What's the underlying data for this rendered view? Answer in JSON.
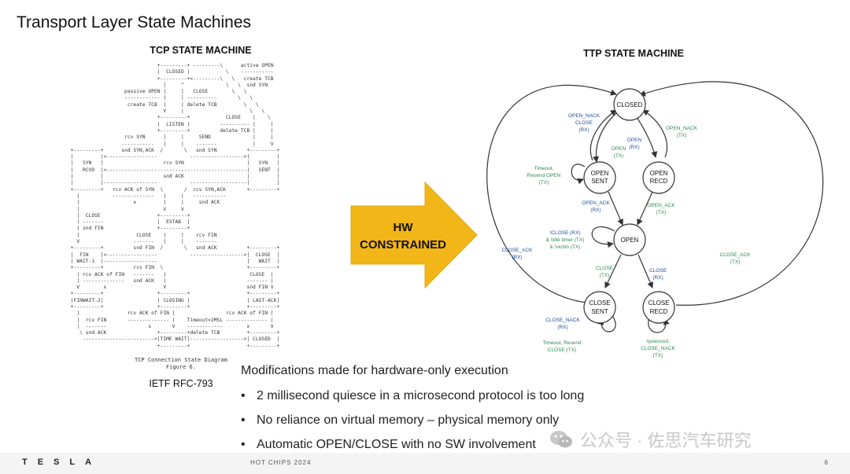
{
  "slide": {
    "title": "Transport Layer State Machines",
    "left_title": "TCP STATE MACHINE",
    "right_title": "TTP STATE MACHINE",
    "arrow_label_1": "HW",
    "arrow_label_2": "CONSTRAINED",
    "rfc_label": "IETF RFC-793",
    "rfc_ascii": "                              +---------+ ---------\\      active OPEN\n                              |  CLOSED |            \\    -----------\n                              +---------+<---------\\   \\   create TCB\n                                |     ^              \\   \\  snd SYN\n                   passive OPEN |     |   CLOSE        \\   \\\n                   ------------ |     | ----------       \\   \\\n                    create TCB  |     | delete TCB         \\   \\\n                                V     |                      \\   \\\n                              +---------+            CLOSE    |    \\\n                              |  LISTEN |          ---------- |     |\n                              +---------+          delete TCB |     |\n                   rcv SYN      |     |     SEND              |     |\n                  -----------   |     |    -------            |     V\n +---------+      snd SYN,ACK  /       \\   snd SYN          +---------+\n |         |<-----------------           ------------------>|         |\n |   SYN   |                    rcv SYN                     |   SYN   |\n |   RCVD  |<-----------------------------------------------|   SENT  |\n |         |                    snd ACK                     |         |\n |         |------------------           -------------------|         |\n +---------+   rcv ACK of SYN  \\       /  rcv SYN,ACK       +---------+\n   |           --------------   |     |   -----------\n   |                  x         |     |     snd ACK\n   |                            V     V\n   |  CLOSE                   +---------+\n   | -------                  |  ESTAB  |\n   | snd FIN                  +---------+\n   |                   CLOSE    |     |    rcv FIN\n   V                  -------   |     |    -------\n +---------+          snd FIN  /       \\   snd ACK          +---------+\n |  FIN    |<-----------------           ------------------>|  CLOSE  |\n | WAIT-1  |------------------                              |   WAIT  |\n +---------+          rcv FIN  \\                            +---------+\n   | rcv ACK of FIN   -------   |                            CLOSE  |\n   | --------------   snd ACK   |                           ------- |\n   V        x                   V                           snd FIN V\n +---------+                  +---------+                   +---------+\n |FINWAIT-2|                  | CLOSING |                   | LAST-ACK|\n +---------+                  +---------+                   +---------+\n   |                rcv ACK of FIN |                 rcv ACK of FIN |\n   |  rcv FIN       -------------- |    Timeout=2MSL -------------- |\n   |  -------              x       V    ------------        x       V\n    \\ snd ACK                 +---------+delete TCB         +---------+\n     ------------------------>|TIME WAIT|------------------>| CLOSED  |\n                              +---------+                   +---------+",
    "rfc_caption_1": "TCP Connection State Diagram",
    "rfc_caption_2": "Figure 6.",
    "modifications_title": "Modifications made for hardware-only execution",
    "bullets": [
      "2 millisecond quiesce in a microsecond protocol is too long",
      "No reliance on virtual memory – physical memory only",
      "Automatic OPEN/CLOSE with no SW involvement"
    ],
    "bullet_symbol": "•"
  },
  "ttp": {
    "states": {
      "closed": "CLOSED",
      "open_sent_1": "OPEN",
      "open_sent_2": "SENT",
      "open_recd_1": "OPEN",
      "open_recd_2": "RECD",
      "open": "OPEN",
      "close_sent_1": "CLOSE",
      "close_sent_2": "SENT",
      "close_recd_1": "CLOSE",
      "close_recd_2": "RECD"
    },
    "labels": {
      "open_nack_rx_1": "OPEN_NACK",
      "open_nack_rx_2": "CLOSE",
      "open_nack_rx_3": "(RX)",
      "open_tx_1": "OPEN",
      "open_tx_2": "(TX)",
      "open_rx_1": "OPEN",
      "open_rx_2": "(RX)",
      "open_nack_tx_1": "OPEN_NACK",
      "open_nack_tx_2": "(TX)",
      "timeout_1": "Timeout,",
      "timeout_2": "Resend OPEN",
      "timeout_3": "(TX)",
      "open_ack_rx_1": "OPEN_ACK",
      "open_ack_rx_2": "(RX)",
      "open_ack_tx_1": "OPEN_ACK",
      "open_ack_tx_2": "(TX)",
      "idle_1": "!CLOSE (RX)",
      "idle_2": "& !idle timer (TX)",
      "idle_3": "& !victim (TX)",
      "close_ack_rx_1": "CLOSE_ACK",
      "close_ack_rx_2": "(RX)",
      "close_ack_tx_1": "CLOSE_ACK",
      "close_ack_tx_2": "(TX)",
      "close_tx_1": "CLOSE",
      "close_tx_2": "(TX)",
      "close_rx_1": "CLOSE",
      "close_rx_2": "(RX)",
      "close_nack_rx_1": "CLOSE_NACK",
      "close_nack_rx_2": "(RX)",
      "resend_close_1": "Timeout, Resend",
      "resend_close_2": "CLOSE (TX)",
      "quiesced_1": "!quiesced,",
      "quiesced_2": "CLOSE_NACK",
      "quiesced_3": "(TX)"
    }
  },
  "footer": {
    "brand": "TESLA",
    "event": "HOT CHIPS 2024",
    "page": "6"
  },
  "watermark": {
    "text": "公众号 · 佐思汽车研究"
  },
  "colors": {
    "arrow_fill": "#f2b619",
    "label_blue": "#1f4e9b",
    "label_green": "#2e8b57",
    "line": "#333333"
  }
}
